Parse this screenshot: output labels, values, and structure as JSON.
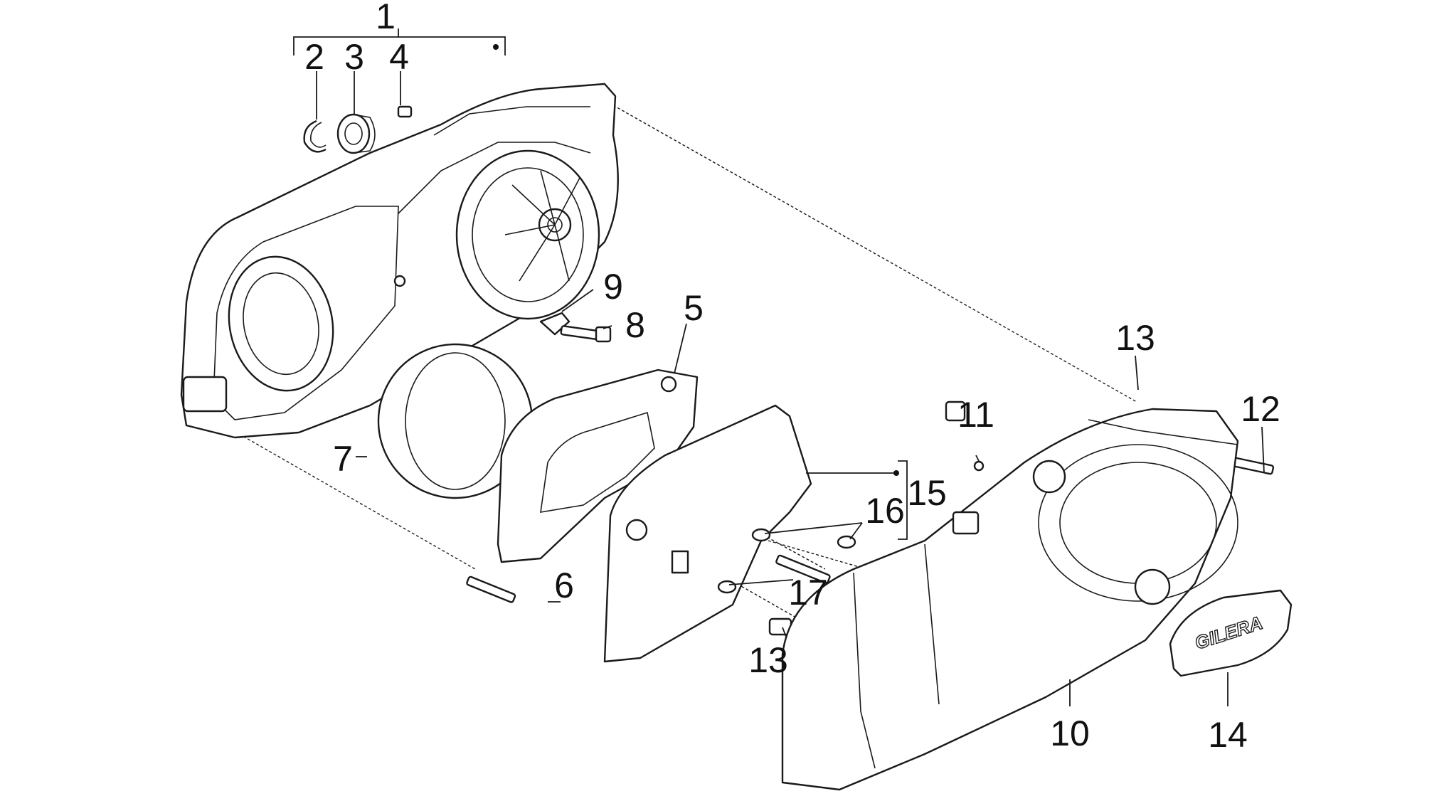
{
  "diagram": {
    "callouts": [
      "1",
      "2",
      "3",
      "4",
      "5",
      "6",
      "7",
      "8",
      "9",
      "10",
      "11",
      "12",
      "13",
      "13",
      "14",
      "15",
      "16",
      "17"
    ],
    "emblem_text": "GILERA"
  }
}
